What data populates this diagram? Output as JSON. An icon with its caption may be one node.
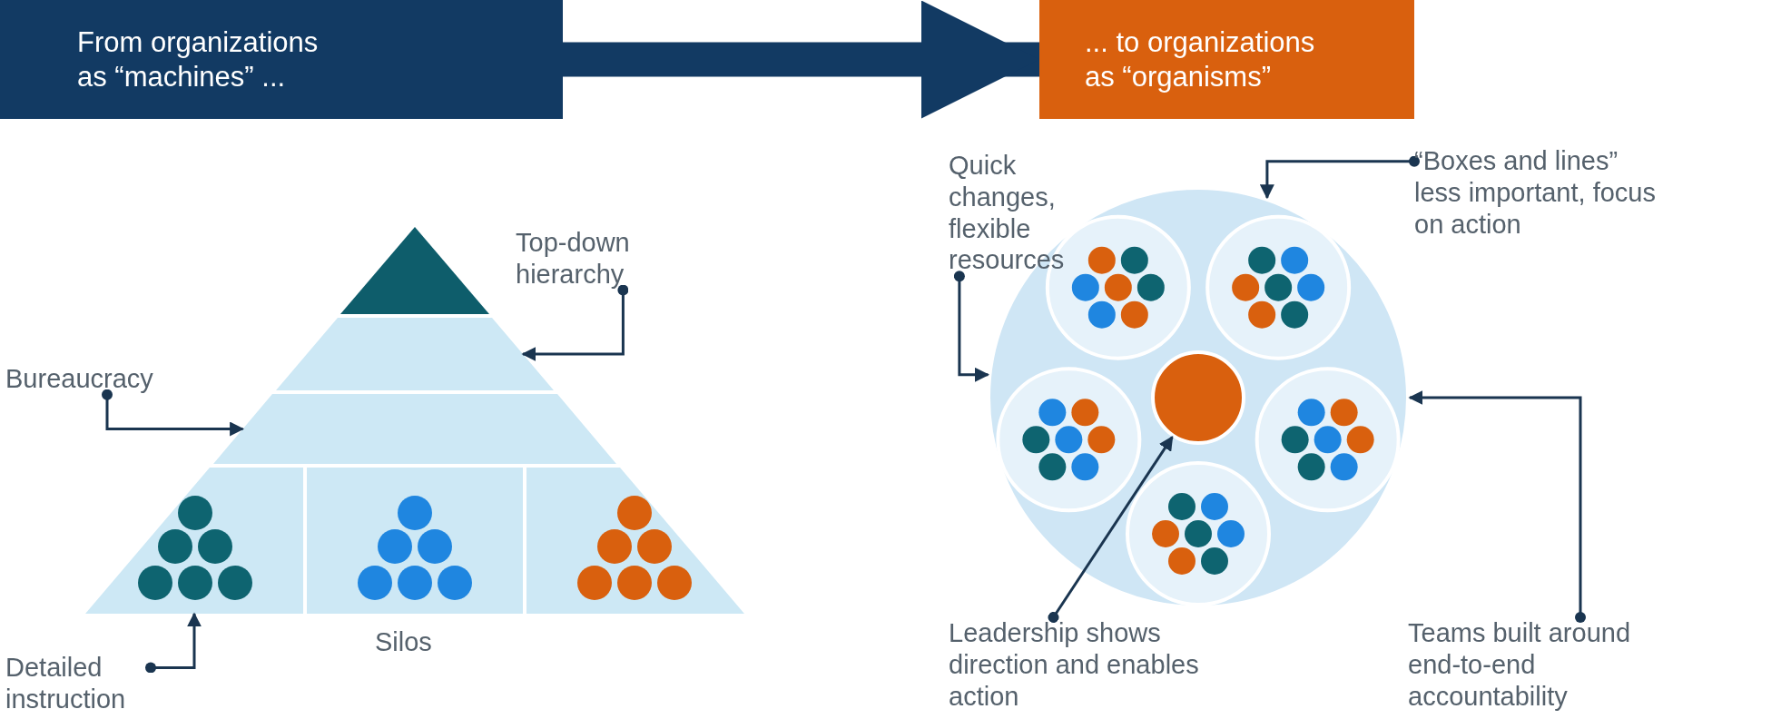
{
  "diagram": {
    "nodes": [
      {
        "text": [
          "From organizations as “machines” ..."
        ]
      },
      {
        "text": [
          "... to organizations as “organisms”"
        ]
      },
      {
        "text": [
          "Top-down hierarchy"
        ]
      },
      {
        "text": [
          "Bureaucracy"
        ]
      },
      {
        "text": [],
        "shape": "triangle"
      },
      {
        "text": [],
        "shape": "band"
      },
      {
        "text": [],
        "shape": "band"
      },
      {
        "text": [],
        "shape": "band"
      },
      {
        "text": [],
        "shape": "band"
      },
      {
        "text": [],
        "shape": "band"
      },
      {
        "text": [
          "Detailed instruction"
        ]
      },
      {
        "text": [
          "Quick changes, flexible resources"
        ]
      },
      {
        "text": [
          "“Boxes and lines” less important, focus on action"
        ]
      },
      {
        "text": [],
        "shape": "circle"
      },
      {
        "text": [
          "Leadership shows direction and enables action"
        ]
      },
      {
        "text": [],
        "shape": "circle",
        "in": 13
      },
      {
        "text": [
          "Teams built around end-to-end accountability"
        ]
      }
    ],
    "edges": [
      {
        "from": 0,
        "to": 1,
        "arrow": "to",
        "style": "thick"
      },
      {
        "from": 2,
        "to": 5,
        "arrow": "to"
      },
      {
        "from": 3,
        "to": 6,
        "arrow": "to"
      },
      {
        "from": 10,
        "to": 7,
        "arrow": "to"
      },
      {
        "from": 11,
        "to": 13,
        "arrow": "to"
      },
      {
        "from": 12,
        "to": 13,
        "arrow": "to"
      },
      {
        "from": 14,
        "to": 15,
        "arrow": "to"
      },
      {
        "from": 16,
        "to": 13,
        "arrow": "to"
      }
    ],
    "labels": [
      "Silos"
    ]
  }
}
